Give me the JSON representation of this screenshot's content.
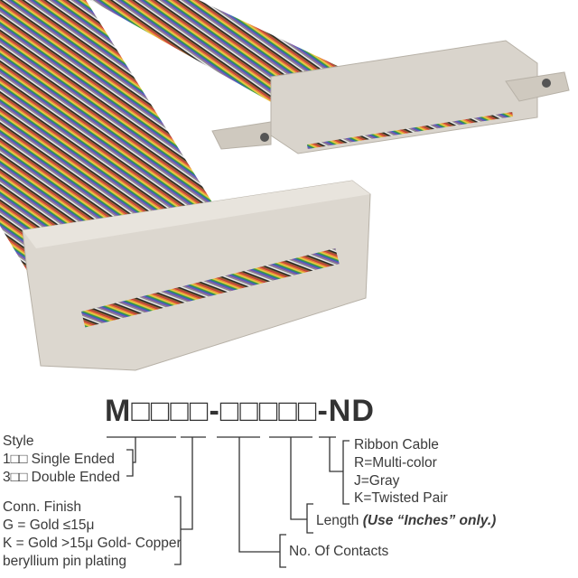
{
  "part_number": "M□□□□-□□□□□-ND",
  "style": {
    "title": "Style",
    "options": [
      "1□□ Single Ended",
      "3□□ Double Ended"
    ]
  },
  "finish": {
    "title": "Conn. Finish",
    "options": [
      "G = Gold ≤15μ",
      "K = Gold >15μ Gold- Copper",
      "beryllium pin plating"
    ]
  },
  "contacts": {
    "title": "No. Of Contacts"
  },
  "length": {
    "title": "Length",
    "note": "(Use “Inches” only.)"
  },
  "cable": {
    "title": "Ribbon Cable",
    "options": [
      "R=Multi-color",
      "J=Gray",
      "K=Twisted Pair"
    ]
  },
  "colors": {
    "connector": "#d9d4cc",
    "text": "#333333"
  }
}
